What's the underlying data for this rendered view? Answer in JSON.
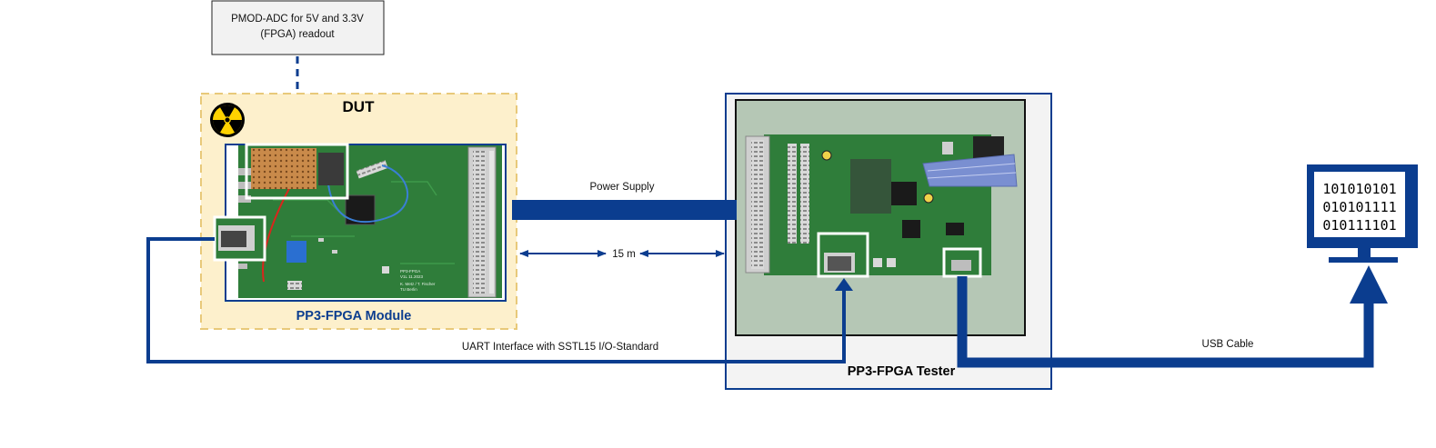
{
  "adc_box": {
    "line1": "PMOD-ADC for 5V and 3.3V",
    "line2": "(FPGA) readout"
  },
  "dut": {
    "title": "DUT",
    "module_label": "PP3-FPGA Module",
    "board_text_1": "PP3-FPGA",
    "board_text_2": "V1L 11.2023",
    "board_text_3": "K. Metz / T. Fischer",
    "board_text_4": "TU Berlin"
  },
  "tester": {
    "label": "PP3-FPGA Tester"
  },
  "links": {
    "power_supply": "Power Supply",
    "distance": "15 m",
    "uart": "UART Interface with SSTL15 I/O-Standard",
    "usb": "USB Cable"
  },
  "computer": {
    "lines": [
      "101010101",
      "010101111",
      "010111101"
    ]
  },
  "colors": {
    "accent_blue": "#0b3d8f",
    "dut_background": "#fdf0cc",
    "dut_border": "#e8c97a",
    "tester_background": "#f3f3f3",
    "tester_photo_bg": "#b5c7b5",
    "pcb_green": "#2f7d3a",
    "radiation_yellow": "#ffd200"
  },
  "icons": [
    "radiation-icon",
    "computer-monitor-icon"
  ]
}
